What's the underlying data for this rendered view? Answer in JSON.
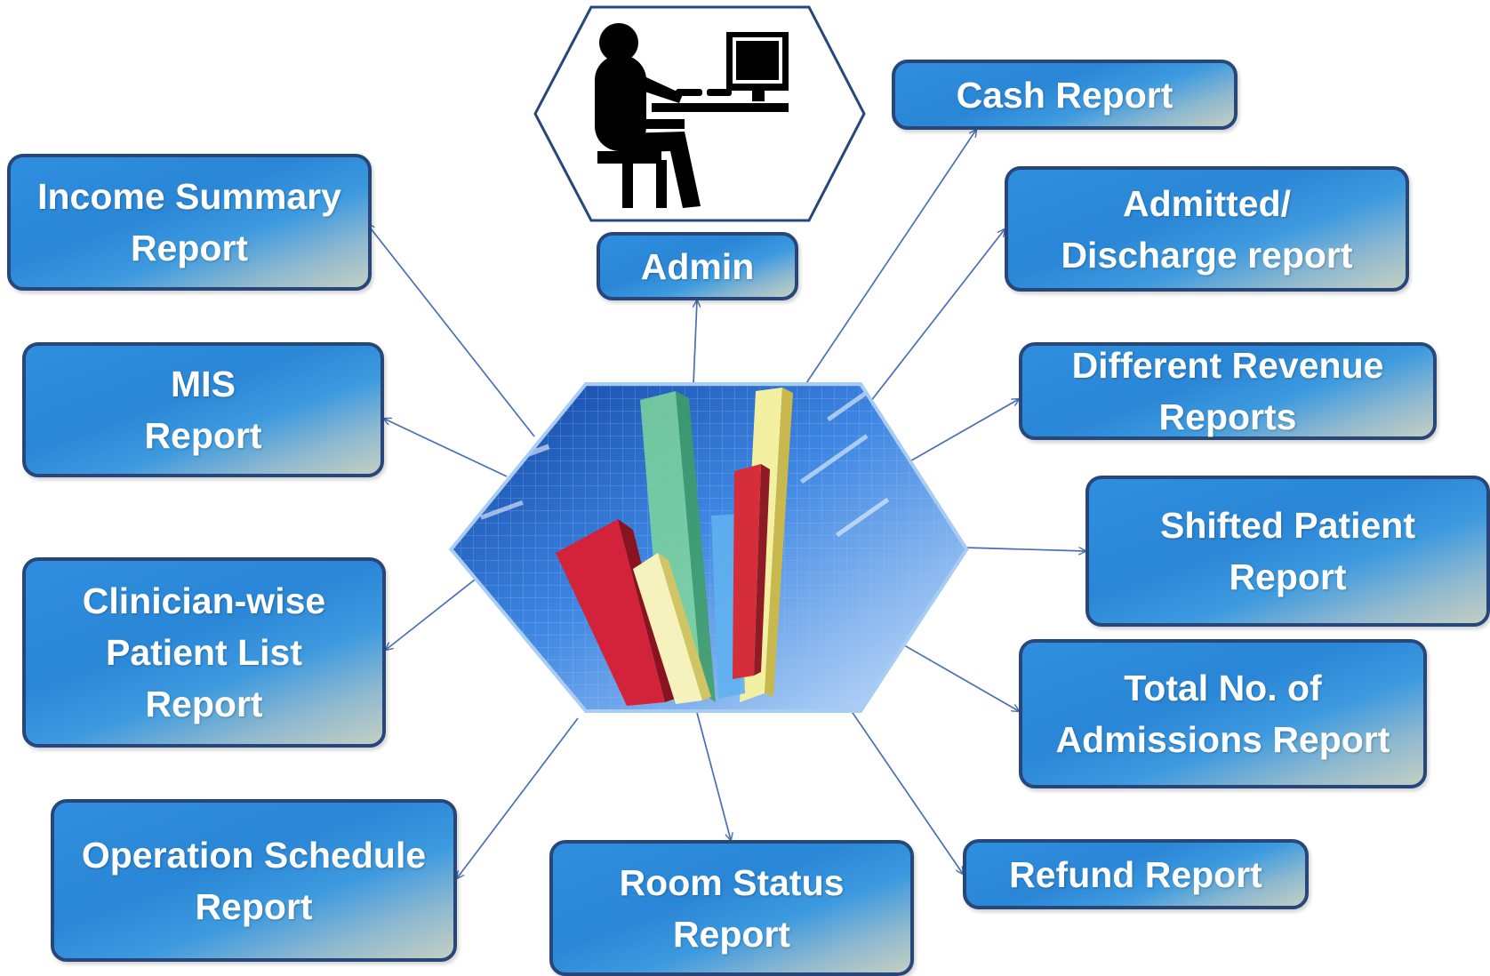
{
  "admin_label": "Admin",
  "reports": {
    "income_summary": "Income Summary\nReport",
    "mis": "MIS\nReport",
    "clinician_wise": "Clinician-wise\nPatient List\nReport",
    "operation_schedule": "Operation Schedule\nReport",
    "room_status": "Room Status\nReport",
    "refund": "Refund Report",
    "total_admissions": "Total No. of\nAdmissions Report",
    "shifted_patient": "Shifted Patient\nReport",
    "different_revenue": "Different Revenue\nReports",
    "admitted_discharge": "Admitted/\nDischarge report",
    "cash": "Cash Report"
  },
  "icons": {
    "admin": "person-at-computer-icon",
    "center": "bar-chart-icon"
  },
  "colors": {
    "box_fill": "#2a86d6",
    "box_border": "#27477a",
    "arrow": "#4a6fb3",
    "text": "#ffffff"
  }
}
